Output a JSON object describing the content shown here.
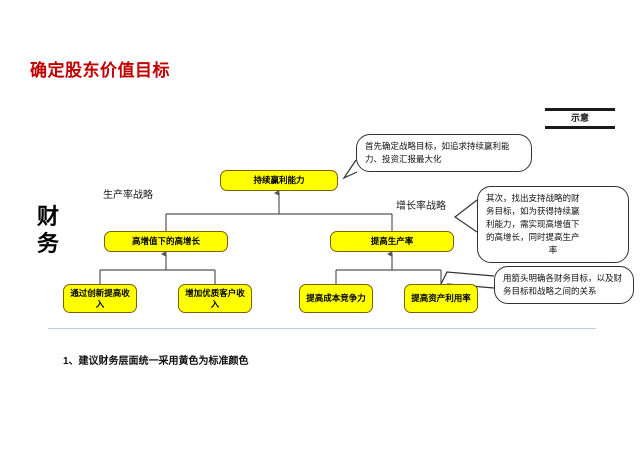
{
  "slide": {
    "title": "确定股东价值目标",
    "title_color": "#c00000",
    "schematic_tag": "示意",
    "axis_label_char_1": "财",
    "axis_label_char_2": "务",
    "node_fill_color": "#ffff00",
    "node_border_color": "#806000"
  },
  "captions": {
    "left": "生产率战略",
    "right": "增长率战略"
  },
  "tree": {
    "level1": {
      "label": "持续赢利能力"
    },
    "level2": [
      {
        "label": "高增值下的高增长"
      },
      {
        "label": "提高生产率"
      }
    ],
    "level3": [
      {
        "label": "通过创新提高收入"
      },
      {
        "label": "增加优质客户收入"
      },
      {
        "label": "提高成本竞争力"
      },
      {
        "label": "提高资产利用率"
      }
    ]
  },
  "callouts": [
    {
      "id": "callout-strategy-goal",
      "text": "首先确定战略目标，如追求持续赢利能力、投资汇报最大化"
    },
    {
      "id": "callout-financial-goal",
      "line1": "其次，找出支持战略的财",
      "line2": "务目标，如为获得持续赢",
      "line3": "利能力，需实现高增值下",
      "line4": "的高增长，同时提高生产",
      "line5": "率"
    },
    {
      "id": "callout-arrow-relation",
      "text": "用箭头明确各财务目标，以及财务目标和战略之间的关系"
    }
  ],
  "footnote": {
    "text": "1、建议财务层面统一采用黄色为标准颜色"
  }
}
